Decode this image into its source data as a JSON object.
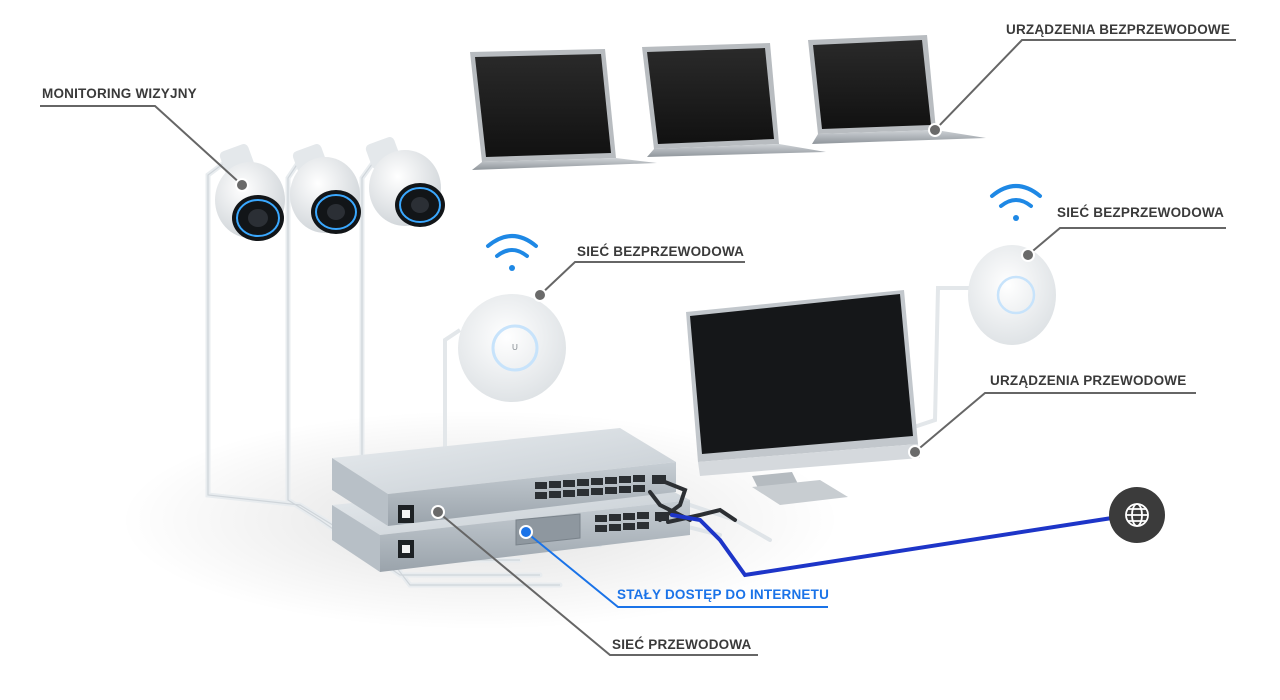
{
  "labels": {
    "monitoring": "MONITORING WIZYJNY",
    "wireless_devices": "URZĄDZENIA BEZPRZEWODOWE",
    "wireless_network_left": "SIEĆ BEZPRZEWODOWA",
    "wireless_network_right": "SIEĆ BEZPRZEWODOWA",
    "wired_devices": "URZĄDZENIA PRZEWODOWE",
    "internet_access": "STAŁY DOSTĘP DO INTERNETU",
    "wired_network": "SIEĆ PRZEWODOWA"
  },
  "colors": {
    "label_text": "#3a3a3a",
    "accent_blue": "#1a73e8",
    "wifi_blue": "#1e88e5",
    "leader_line": "#666666",
    "globe_badge": "#3b3b3b"
  },
  "icons": {
    "globe": "globe-icon",
    "wifi": "wifi-icon"
  }
}
